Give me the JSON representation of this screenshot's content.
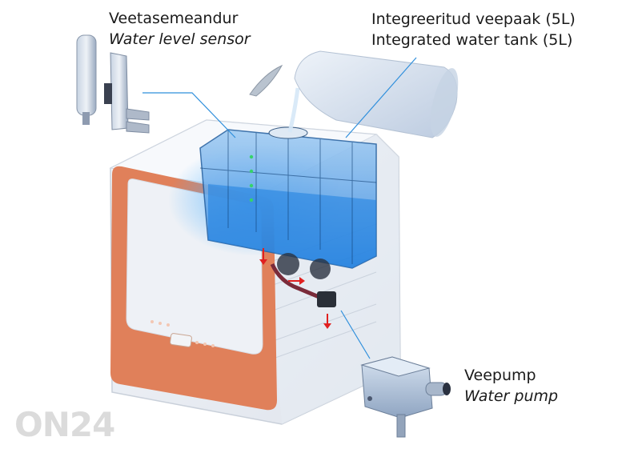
{
  "labels": {
    "sensor": {
      "et": "Veetasemeandur",
      "en": "Water level sensor"
    },
    "tank": {
      "et": "Integreeritud veepaak (5L)",
      "en": "Integrated water tank (5L)"
    },
    "pump": {
      "et": "Veepump",
      "en": "Water pump"
    }
  },
  "watermark": "ON24",
  "colors": {
    "accent": "#e0805a",
    "water": "#3d9be8",
    "leader": "#2f8fdc",
    "flow_arrow": "#e02020"
  }
}
